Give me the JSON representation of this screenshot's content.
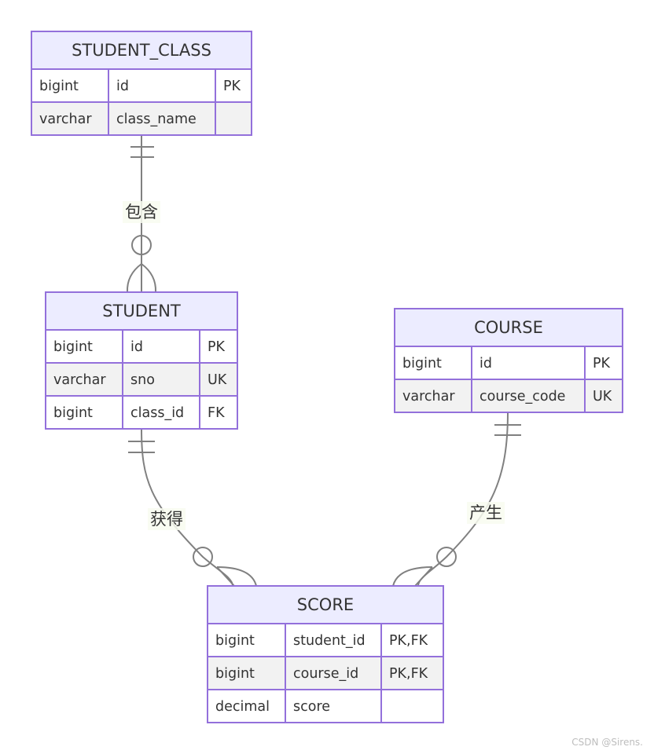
{
  "diagram": {
    "type": "er-diagram",
    "colors": {
      "entity_fill": "#ececff",
      "entity_stroke": "#9370db",
      "row_odd": "#ffffff",
      "row_even": "#f2f2f2",
      "line": "#808080",
      "text": "#333333"
    },
    "entities": [
      {
        "id": "student_class",
        "name": "STUDENT_CLASS",
        "attributes": [
          {
            "type": "bigint",
            "name": "id",
            "key": "PK"
          },
          {
            "type": "varchar",
            "name": "class_name",
            "key": ""
          }
        ]
      },
      {
        "id": "student",
        "name": "STUDENT",
        "attributes": [
          {
            "type": "bigint",
            "name": "id",
            "key": "PK"
          },
          {
            "type": "varchar",
            "name": "sno",
            "key": "UK"
          },
          {
            "type": "bigint",
            "name": "class_id",
            "key": "FK"
          }
        ]
      },
      {
        "id": "course",
        "name": "COURSE",
        "attributes": [
          {
            "type": "bigint",
            "name": "id",
            "key": "PK"
          },
          {
            "type": "varchar",
            "name": "course_code",
            "key": "UK"
          }
        ]
      },
      {
        "id": "score",
        "name": "SCORE",
        "attributes": [
          {
            "type": "bigint",
            "name": "student_id",
            "key": "PK,FK"
          },
          {
            "type": "bigint",
            "name": "course_id",
            "key": "PK,FK"
          },
          {
            "type": "decimal",
            "name": "score",
            "key": ""
          }
        ]
      }
    ],
    "relationships": [
      {
        "id": "student-class-contains",
        "from": "student_class",
        "to": "student",
        "label": "包含",
        "from_cardinality": "exactly-one",
        "to_cardinality": "zero-or-more"
      },
      {
        "id": "student-score-obtains",
        "from": "student",
        "to": "score",
        "label": "获得",
        "from_cardinality": "exactly-one",
        "to_cardinality": "zero-or-more"
      },
      {
        "id": "course-score-produces",
        "from": "course",
        "to": "score",
        "label": "产生",
        "from_cardinality": "exactly-one",
        "to_cardinality": "zero-or-more"
      }
    ]
  },
  "watermark": "CSDN @Sirens."
}
